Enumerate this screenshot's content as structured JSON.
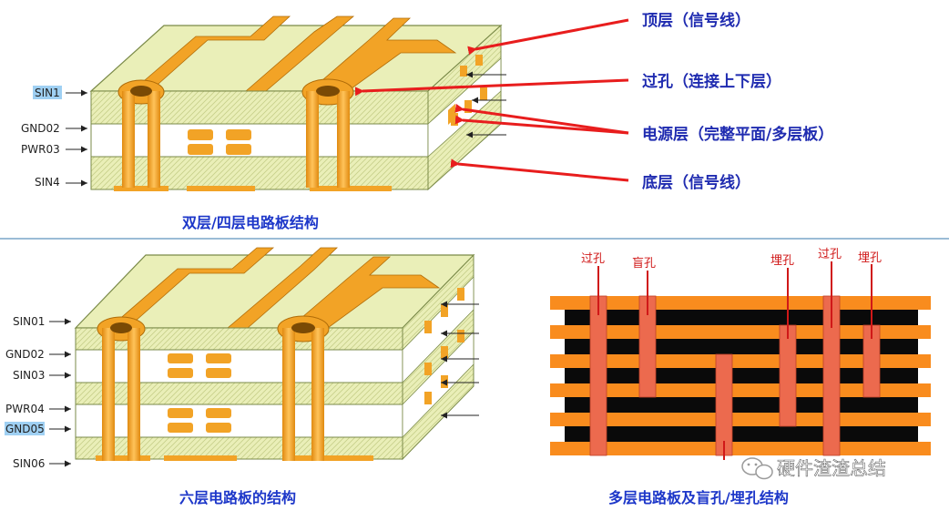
{
  "panel_top": {
    "caption": "双层/四层电路板结构",
    "layer_labels": [
      "SIN1",
      "GND02",
      "PWR03",
      "SIN4"
    ],
    "callouts": [
      "顶层（信号线）",
      "过孔（连接上下层）",
      "电源层（完整平面/多层板）",
      "底层（信号线）"
    ]
  },
  "panel_bottom_left": {
    "caption": "六层电路板的结构",
    "layer_labels": [
      "SIN01",
      "GND02",
      "SIN03",
      "PWR04",
      "GND05",
      "SIN06"
    ]
  },
  "panel_bottom_right": {
    "caption": "多层电路板及盲孔/埋孔结构",
    "hole_labels": [
      "过孔",
      "盲孔",
      "埋孔",
      "过孔",
      "埋孔"
    ]
  },
  "watermark": "硬件渣渣总结",
  "colors": {
    "board_green": "#eaefb8",
    "board_edge": "#7a8a48",
    "copper_orange": "#f2a326",
    "arrow_red": "#e81d1d",
    "caption_blue": "#1d37c9",
    "callout_blue": "#1f2bb0",
    "layer_black": "#0a0a0a",
    "layer_orange": "#f98c1e",
    "hole_salmon": "#ec6a4e",
    "divider": "#7aa6c8",
    "highlight": "#9fd0f3"
  }
}
